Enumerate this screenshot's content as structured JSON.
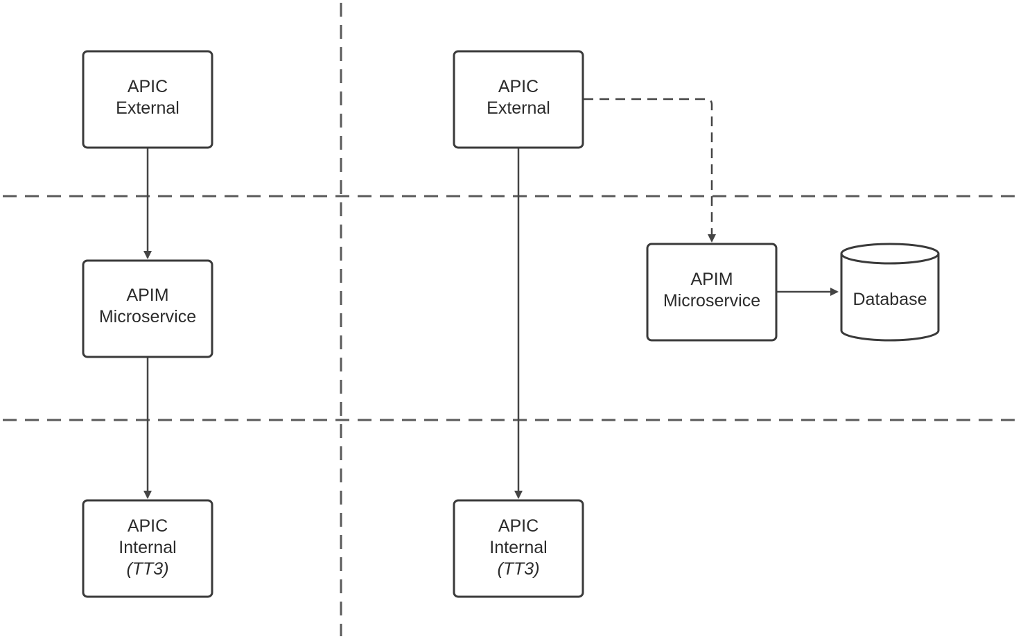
{
  "left_column": {
    "apic_external": {
      "line1": "APIC",
      "line2": "External"
    },
    "apim_microservice": {
      "line1": "APIM",
      "line2": "Microservice"
    },
    "apic_internal": {
      "line1": "APIC",
      "line2": "Internal",
      "line3": "(TT3)"
    }
  },
  "right_column": {
    "apic_external": {
      "line1": "APIC",
      "line2": "External"
    },
    "apim_microservice": {
      "line1": "APIM",
      "line2": "Microservice"
    },
    "database": {
      "label": "Database"
    },
    "apic_internal": {
      "line1": "APIC",
      "line2": "Internal",
      "line3": "(TT3)"
    }
  },
  "colors": {
    "stroke": "#3a3a3a",
    "text": "#2b2b2b",
    "divider": "#5a5a5a",
    "background": "#ffffff"
  }
}
